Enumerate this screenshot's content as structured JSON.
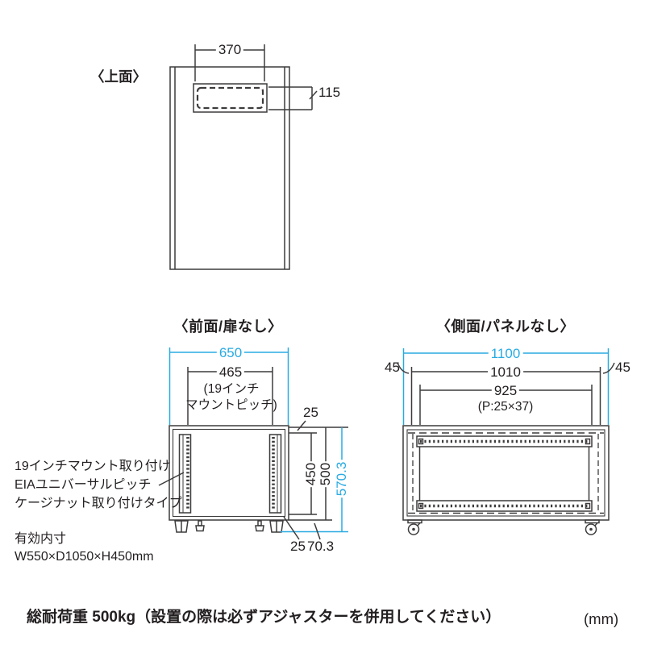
{
  "colors": {
    "accent_blue": "#29abe2",
    "line": "#3d3b3c",
    "text": "#231f20"
  },
  "top_view": {
    "label": "〈上面〉",
    "dims": {
      "slot_width": "370",
      "slot_depth": "115"
    }
  },
  "front_view": {
    "title": "〈前面/扉なし〉",
    "dims": {
      "overall_width": "650",
      "mount_width": "465",
      "mount_note_line1": "(19インチ",
      "mount_note_line2": "マウントピッチ)",
      "top_gap": "25",
      "rail_height": "450",
      "frame_height": "500",
      "total_height": "570.3",
      "bottom_gap": "25",
      "caster_height": "70.3"
    }
  },
  "side_view": {
    "title": "〈側面/パネルなし〉",
    "dims": {
      "overall_depth": "1100",
      "inner_depth": "1010",
      "rail_depth": "925",
      "pitch_note": "(P:25×37)",
      "edge_left": "45",
      "edge_right": "45"
    }
  },
  "notes": {
    "mount_line1": "19インチマウント取り付け",
    "mount_line2": "EIAユニバーサルピッチ",
    "mount_line3": "ケージナット取り付けタイプ",
    "inner_label": "有効内寸",
    "inner_size": "W550×D1050×H450mm"
  },
  "footer": {
    "load_note": "総耐荷重 500kg（設置の際は必ずアジャスターを併用してください）",
    "unit": "(mm)"
  }
}
